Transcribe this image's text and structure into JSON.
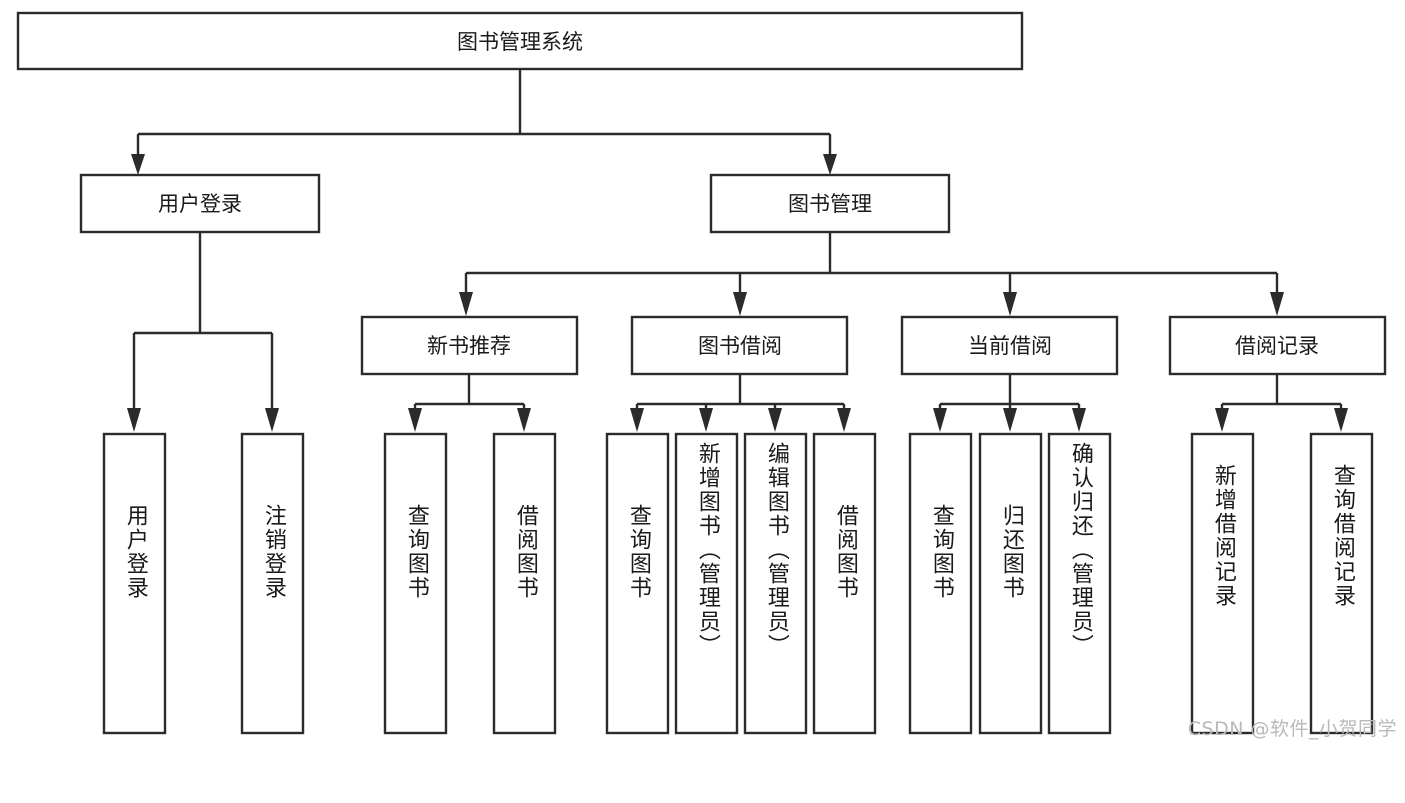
{
  "diagram": {
    "title": "图书管理系统",
    "type": "tree",
    "watermark": "CSDN @软件_小贺同学",
    "colors": {
      "background": "#ffffff",
      "box_fill": "#ffffff",
      "box_stroke": "#2b2b2b",
      "text": "#1a1a1a",
      "watermark_text": "#b9b9b9"
    },
    "root": {
      "label": "图书管理系统"
    },
    "level2": [
      {
        "label": "用户登录"
      },
      {
        "label": "图书管理"
      }
    ],
    "level3": [
      {
        "label": "新书推荐"
      },
      {
        "label": "图书借阅"
      },
      {
        "label": "当前借阅"
      },
      {
        "label": "借阅记录"
      }
    ],
    "leaves": {
      "user_login": [
        {
          "label": "用户登录"
        },
        {
          "label": "注销登录"
        }
      ],
      "new_book_recommend": [
        {
          "label": "查询图书"
        },
        {
          "label": "借阅图书"
        }
      ],
      "book_borrow": [
        {
          "label": "查询图书"
        },
        {
          "label": "新增图书（管理员）"
        },
        {
          "label": "编辑图书（管理员）"
        },
        {
          "label": "借阅图书"
        }
      ],
      "current_borrow": [
        {
          "label": "查询图书"
        },
        {
          "label": "归还图书"
        },
        {
          "label": "确认归还（管理员）"
        }
      ],
      "borrow_record": [
        {
          "label": "新增借阅记录"
        },
        {
          "label": "查询借阅记录"
        }
      ]
    }
  }
}
